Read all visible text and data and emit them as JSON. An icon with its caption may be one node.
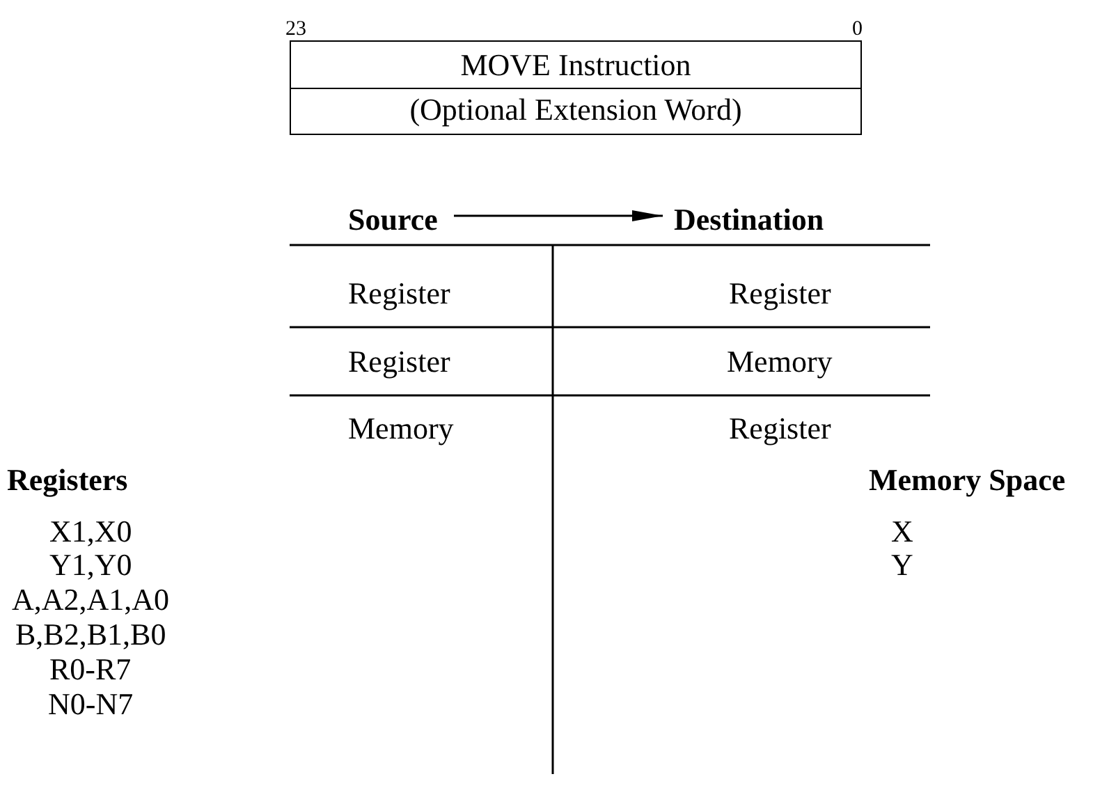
{
  "diagram": {
    "nodes": [
      {
        "text": [
          "MOVE Instruction"
        ]
      },
      {
        "text": [
          "(Optional Extension Word)"
        ]
      },
      {
        "text": [
          "Source"
        ]
      },
      {
        "text": [
          "Destination"
        ]
      }
    ],
    "edges": [
      {
        "from": 2,
        "to": 3,
        "arrow": "to"
      }
    ],
    "labels": [
      "23",
      "0",
      "Register",
      "Register",
      "Register",
      "Memory",
      "Memory",
      "Register",
      "Registers",
      "Memory Space",
      "X1,X0",
      "X",
      "Y1,Y0",
      "Y",
      "A,A2,A1,A0",
      "B,B2,B1,B0",
      "R0-R7",
      "N0-N7"
    ]
  }
}
